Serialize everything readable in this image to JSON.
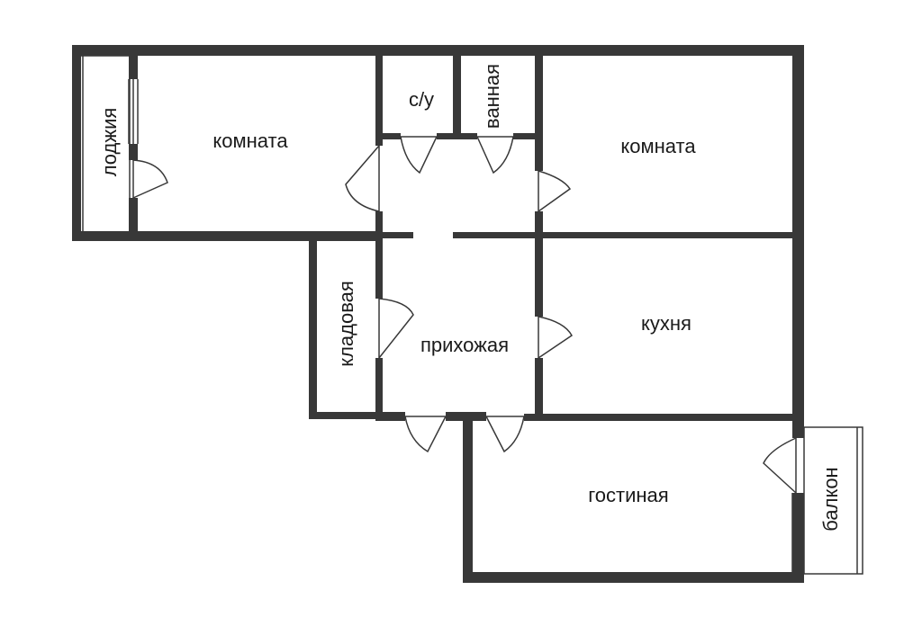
{
  "rooms": {
    "loggia": "лоджия",
    "room_left": "комната",
    "wc": "с/у",
    "bathroom": "ванная",
    "room_right": "комната",
    "storage": "кладовая",
    "hallway": "прихожая",
    "kitchen": "кухня",
    "living_room": "гостиная",
    "balcony": "балкон"
  },
  "colors": {
    "wall": "#383838",
    "background": "#ffffff",
    "text": "#1a1a1a"
  }
}
